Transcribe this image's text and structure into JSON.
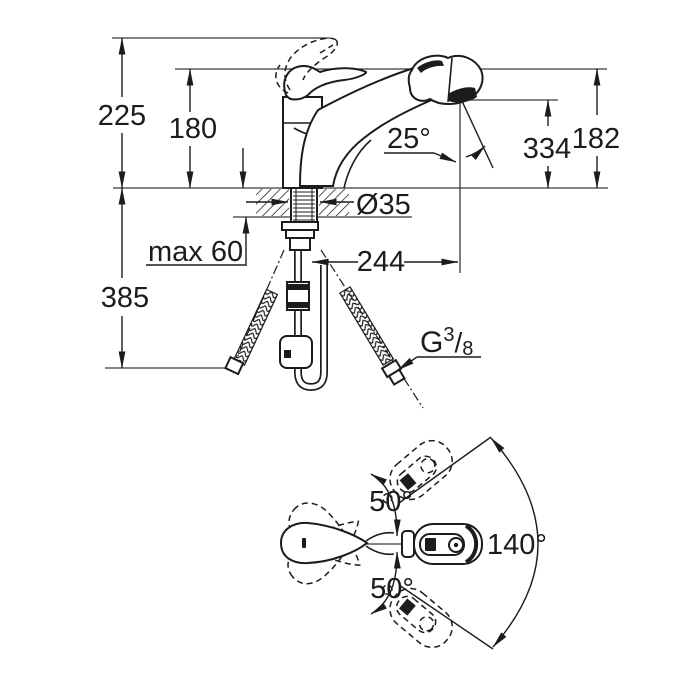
{
  "side_view": {
    "dim_height_overall": "225",
    "dim_height_lever": "180",
    "dim_depth_below": "385",
    "dim_max_deck_thickness": "max 60",
    "dim_hole_diameter": "Ø35",
    "dim_hose_extension": "244",
    "dim_spray_height": "334",
    "dim_head_height": "182",
    "dim_spray_angle": "25°",
    "thread_label": {
      "g": "G",
      "sup": "3",
      "slash": "/",
      "sub": "8"
    }
  },
  "top_view": {
    "dim_swivel_upper": "50°",
    "dim_swivel_lower": "50°",
    "dim_swivel_total": "140°"
  },
  "colors": {
    "ink": "#1c1c1c",
    "background": "#ffffff"
  }
}
